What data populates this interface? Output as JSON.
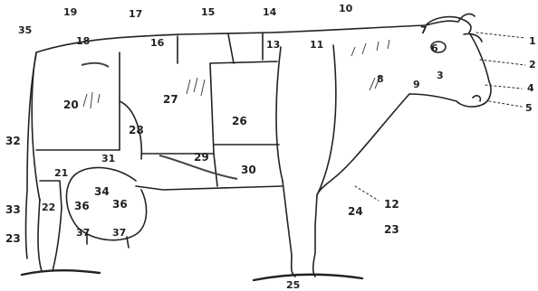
{
  "diagram": {
    "kind": "cow anatomy / cuts of beef numbered regions",
    "ink_color": "#222222",
    "paper_color": "#ffffff",
    "labels": {
      "n1": "1",
      "n2": "2",
      "n3": "3",
      "n4": "4",
      "n5": "5",
      "n6": "6",
      "n7": "7",
      "n8": "8",
      "n9": "9",
      "n10": "10",
      "n11": "11",
      "n12": "12",
      "n13": "13",
      "n14": "14",
      "n15": "15",
      "n16": "16",
      "n17": "17",
      "n18": "18",
      "n19": "19",
      "n20": "20",
      "n21": "21",
      "n22": "22",
      "n23a": "23",
      "n23b": "23",
      "n24": "24",
      "n25": "25",
      "n26": "26",
      "n27": "27",
      "n28": "28",
      "n29": "29",
      "n30": "30",
      "n31": "31",
      "n32": "32",
      "n33": "33",
      "n34": "34",
      "n35": "35",
      "n36a": "36",
      "n36b": "36",
      "n37a": "37",
      "n37b": "37"
    }
  }
}
